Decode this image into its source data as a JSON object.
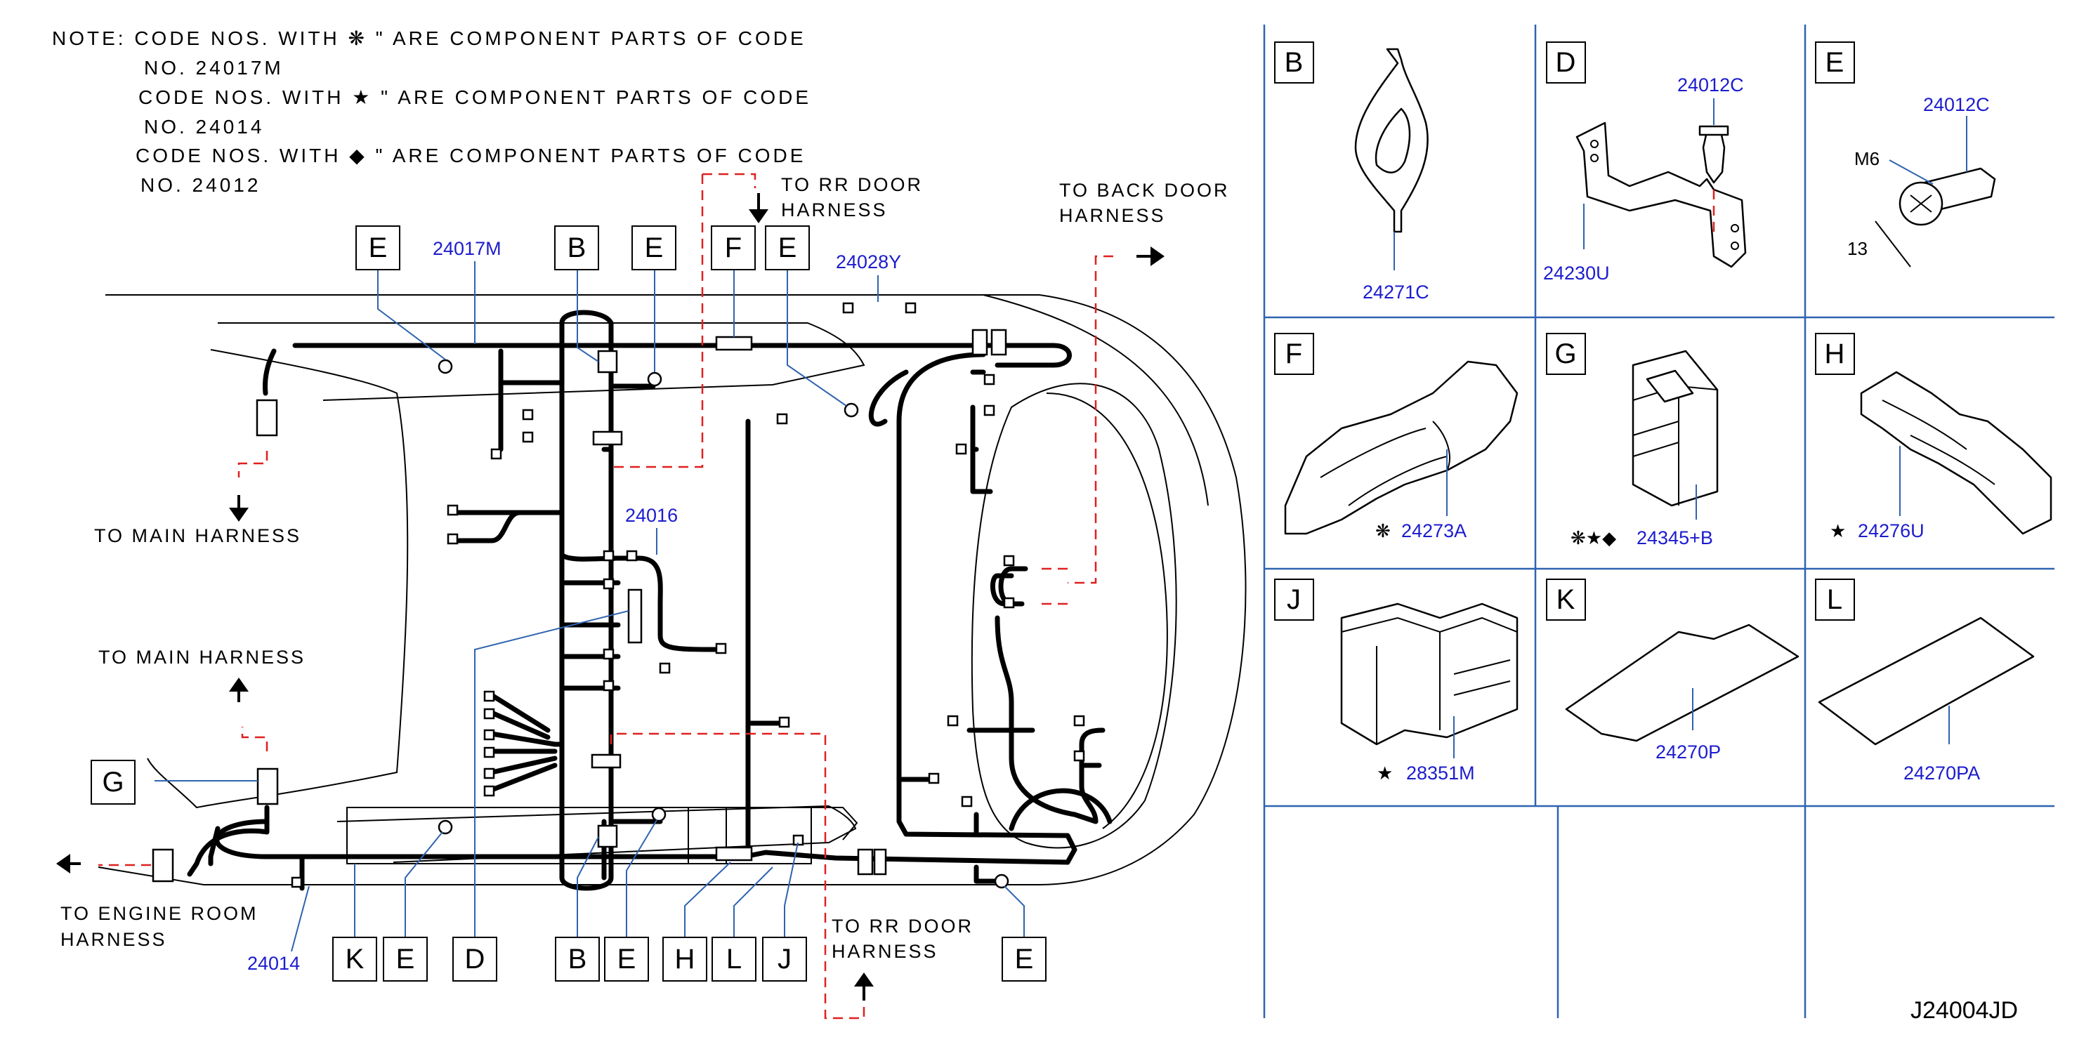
{
  "notes": [
    {
      "line1": "NOTE:  CODE  NOS.  WITH  ❋      \"  ARE  COMPONENT  PARTS  OF  CODE",
      "line2": "NO.  24017M"
    },
    {
      "line1": "CODE  NOS.  WITH  ★      \"  ARE  COMPONENT  PARTS  OF  CODE",
      "line2": "NO.  24014"
    },
    {
      "line1": "CODE  NOS.  WITH  ◆      \"  ARE  COMPONENT  PARTS  OF  CODE",
      "line2": "NO.  24012"
    }
  ],
  "harness_labels": {
    "to_rr_door_top_1": "TO  RR  DOOR",
    "to_rr_door_top_2": "HARNESS",
    "to_back_door_1": "TO  BACK  DOOR",
    "to_back_door_2": "HARNESS",
    "to_main_1": "TO  MAIN  HARNESS",
    "to_main_2": "TO  MAIN  HARNESS",
    "to_engine_room_1": "TO  ENGINE  ROOM",
    "to_engine_room_2": "HARNESS",
    "to_rr_door_bottom_1": "TO  RR  DOOR",
    "to_rr_door_bottom_2": "HARNESS"
  },
  "main_part_numbers": {
    "p24017M": "24017M",
    "p24028Y": "24028Y",
    "p24016": "24016",
    "p24014": "24014"
  },
  "callout_letters": {
    "top_E1": "E",
    "top_B": "B",
    "top_E2": "E",
    "top_F": "F",
    "top_E3": "E",
    "left_G": "G",
    "bottom_K": "K",
    "bottom_E1": "E",
    "bottom_D": "D",
    "bottom_B": "B",
    "bottom_E2": "E",
    "bottom_H": "H",
    "bottom_L": "L",
    "bottom_J": "J",
    "bottom_E3": "E"
  },
  "detail_cells": [
    {
      "letter": "B",
      "parts": [
        "24271C"
      ]
    },
    {
      "letter": "D",
      "parts": [
        "24012C",
        "24230U"
      ]
    },
    {
      "letter": "E",
      "parts": [
        "24012C"
      ],
      "dim_bolt": "M6",
      "dim_len": "13"
    },
    {
      "letter": "F",
      "parts": [
        "24273A"
      ],
      "symbols": "❋"
    },
    {
      "letter": "G",
      "parts": [
        "24345+B"
      ],
      "symbols": "❋★◆"
    },
    {
      "letter": "H",
      "parts": [
        "24276U"
      ],
      "symbols": "★"
    },
    {
      "letter": "J",
      "parts": [
        "28351M"
      ],
      "symbols": "★"
    },
    {
      "letter": "K",
      "parts": [
        "24270P"
      ]
    },
    {
      "letter": "L",
      "parts": [
        "24270PA"
      ]
    }
  ],
  "drawing_id": "J24004JD",
  "colors": {
    "part_number": "#1c1ccf",
    "leader": "#2f63b0",
    "dashed_route": "#e02020",
    "grid": "#2f63b0"
  }
}
